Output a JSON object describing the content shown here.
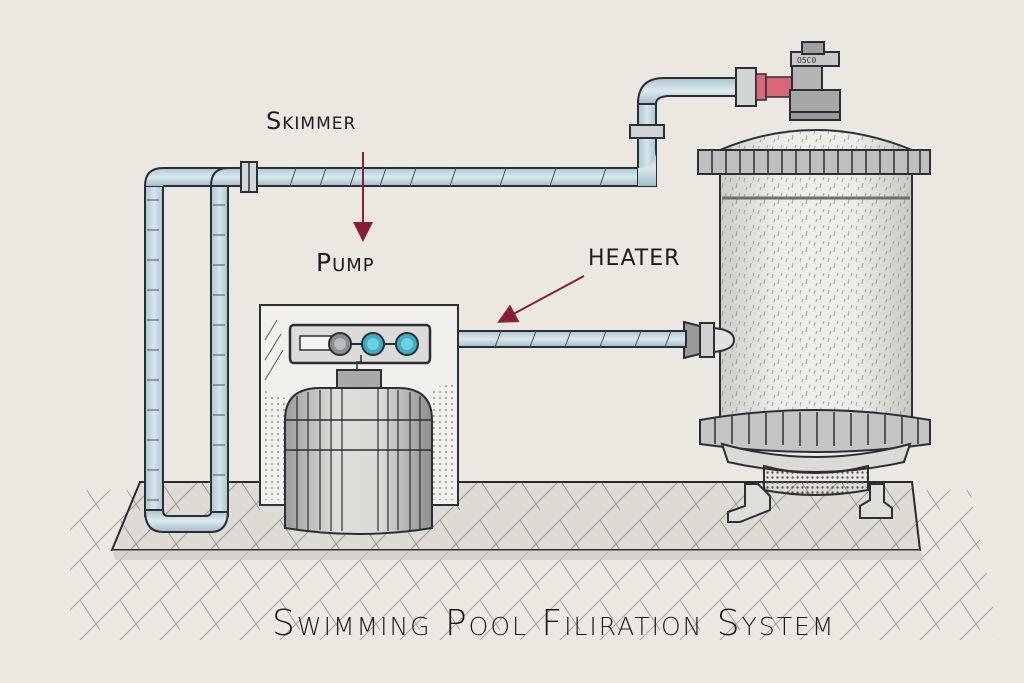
{
  "diagram": {
    "title": "Swimming Pool Filiration System",
    "labels": {
      "skimmer": "Skimmer",
      "pump": "Pump",
      "heater": "HEATER"
    },
    "components": [
      {
        "id": "skimmer-pipe",
        "name": "Skimmer return pipe (U-bend)"
      },
      {
        "id": "pump",
        "name": "Pump with control panel"
      },
      {
        "id": "heater-pipe",
        "name": "Heater line"
      },
      {
        "id": "filter-tank",
        "name": "Filter tank"
      },
      {
        "id": "top-valve",
        "name": "Top valve with red connector"
      },
      {
        "id": "base-slab",
        "name": "Concrete base slab"
      }
    ],
    "arrows": [
      {
        "from": "Skimmer",
        "to": "Pump",
        "direction": "down"
      },
      {
        "from": "HEATER",
        "to": "heater-pipe",
        "direction": "down-left"
      }
    ],
    "control_panel": {
      "dials": [
        "gray",
        "cyan",
        "cyan"
      ]
    },
    "colors": {
      "background": "#ebe8e2",
      "pipe_fill": "#c5dbe2",
      "pipe_stroke": "#2b2f33",
      "arrow": "#8a1f33",
      "connector_red": "#d9667a",
      "dial_cyan": "#3aaec4",
      "dial_gray": "#8a8d90",
      "ink": "#1c1c1c"
    }
  }
}
